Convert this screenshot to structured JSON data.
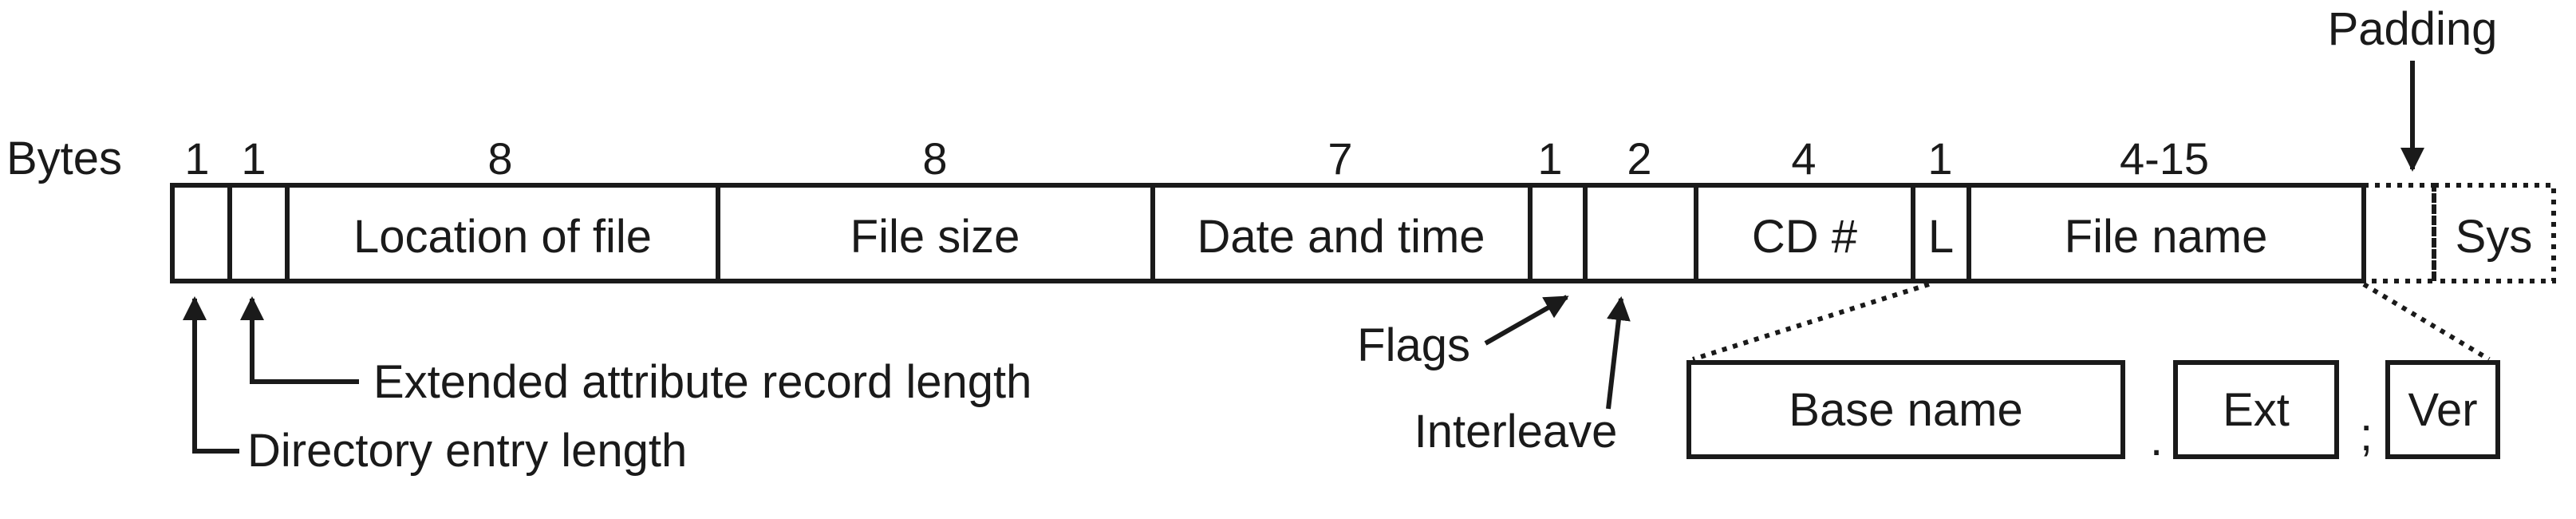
{
  "bytes_label": "Bytes",
  "fields": [
    {
      "bytes": "1",
      "name": ""
    },
    {
      "bytes": "1",
      "name": ""
    },
    {
      "bytes": "8",
      "name": "Location of file"
    },
    {
      "bytes": "8",
      "name": "File size"
    },
    {
      "bytes": "7",
      "name": "Date and time"
    },
    {
      "bytes": "1",
      "name": ""
    },
    {
      "bytes": "2",
      "name": ""
    },
    {
      "bytes": "4",
      "name": "CD #"
    },
    {
      "bytes": "1",
      "name": "L"
    },
    {
      "bytes": "4-15",
      "name": "File name"
    },
    {
      "bytes": "",
      "name": ""
    },
    {
      "bytes": "",
      "name": "Sys"
    }
  ],
  "annotations": {
    "padding": "Padding",
    "directory_entry_length": "Directory entry length",
    "extended_attribute_record_length": "Extended attribute record length",
    "flags": "Flags",
    "interleave": "Interleave"
  },
  "file_name_parts": {
    "base_name": "Base name",
    "dot": ".",
    "ext": "Ext",
    "semicolon": ";",
    "ver": "Ver"
  }
}
